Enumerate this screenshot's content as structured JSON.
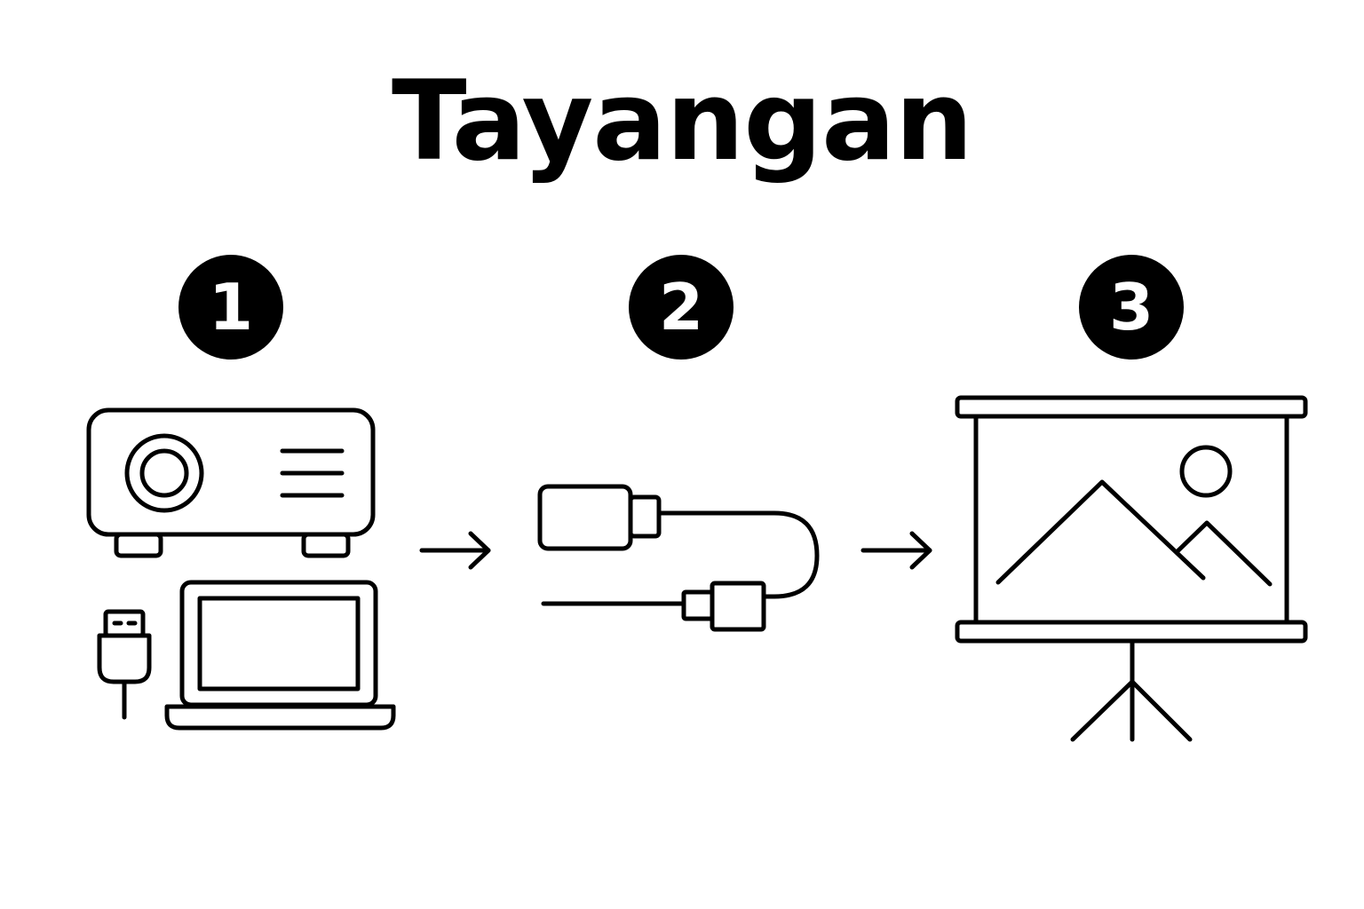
{
  "title": "Tayangan",
  "steps": [
    {
      "number": "1",
      "icons": [
        "projector-icon",
        "usb-plug-icon",
        "laptop-icon"
      ]
    },
    {
      "number": "2",
      "icons": [
        "hdmi-cable-icon"
      ]
    },
    {
      "number": "3",
      "icons": [
        "projection-screen-icon"
      ]
    }
  ],
  "connectors": [
    "arrow-right-icon",
    "arrow-right-icon"
  ],
  "colors": {
    "ink": "#000000",
    "background": "#ffffff"
  }
}
